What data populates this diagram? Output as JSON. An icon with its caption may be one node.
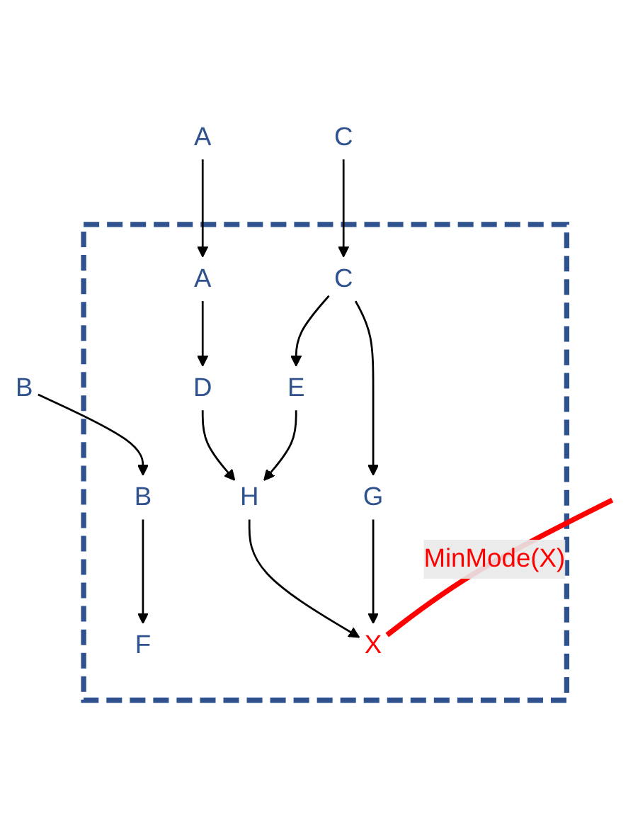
{
  "diagram": {
    "nodes": [
      {
        "text": [
          "A"
        ]
      },
      {
        "text": [
          "B"
        ]
      },
      {
        "text": [
          "C"
        ]
      },
      {
        "text": [],
        "shape": "box"
      },
      {
        "text": [
          "A"
        ],
        "in": 3
      },
      {
        "text": [
          "B"
        ],
        "in": 3
      },
      {
        "text": [
          "C"
        ],
        "in": 3
      },
      {
        "text": [
          "D"
        ],
        "in": 3
      },
      {
        "text": [
          "E"
        ],
        "in": 3
      },
      {
        "text": [
          "F"
        ],
        "in": 3
      },
      {
        "text": [
          "G"
        ],
        "in": 3
      },
      {
        "text": [
          "H"
        ],
        "in": 3
      },
      {
        "text": [
          "X"
        ],
        "in": 3
      }
    ],
    "edges": [
      {
        "from": 0,
        "to": 4,
        "arrow": "to"
      },
      {
        "from": 1,
        "to": 5,
        "arrow": "to"
      },
      {
        "from": 2,
        "to": 6,
        "arrow": "to"
      },
      {
        "from": 4,
        "to": 7,
        "arrow": "to"
      },
      {
        "from": 5,
        "to": 9,
        "arrow": "to"
      },
      {
        "from": 6,
        "to": 8,
        "arrow": "to"
      },
      {
        "from": 6,
        "to": 10,
        "arrow": "to"
      },
      {
        "from": 7,
        "to": 11,
        "arrow": "to"
      },
      {
        "from": 8,
        "to": 11,
        "arrow": "to"
      },
      {
        "from": 11,
        "to": 12,
        "arrow": "to"
      },
      {
        "from": 10,
        "to": 12,
        "arrow": "to"
      },
      {
        "from": null,
        "to": 12,
        "arrow": "none",
        "label": "MinMode(X)",
        "style": "thick",
        "color": "#ff0000"
      }
    ]
  }
}
